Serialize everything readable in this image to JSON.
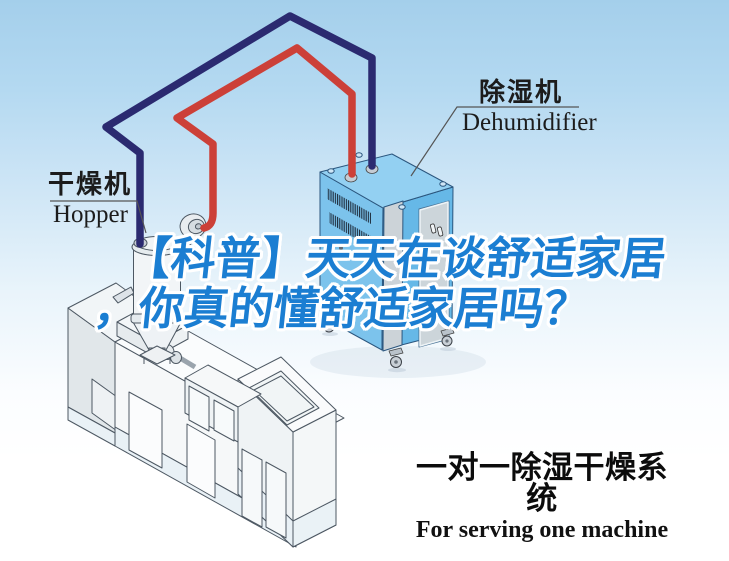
{
  "illustration": {
    "hopper_label": {
      "zh": "干燥机",
      "en": "Hopper"
    },
    "dehumidifier_label": {
      "zh": "除湿机",
      "en": "Dehumidifier"
    }
  },
  "headline": {
    "line1": "【科普】天天在谈舒适家居",
    "line2": "，你真的懂舒适家居吗？"
  },
  "caption": {
    "zh": "一对一除湿干燥系统",
    "en": "For serving one machine"
  },
  "colors": {
    "sky": "#a6d1ec",
    "headline_blue": "#1b7ed2",
    "hose_red": "#cc4038",
    "hose_blue": "#2b2a70",
    "dehumidifier_blue": "#7cc3ec",
    "label_text": "#1c1c1c",
    "caption_text": "#0c0c0c",
    "leader_line": "#555555"
  }
}
